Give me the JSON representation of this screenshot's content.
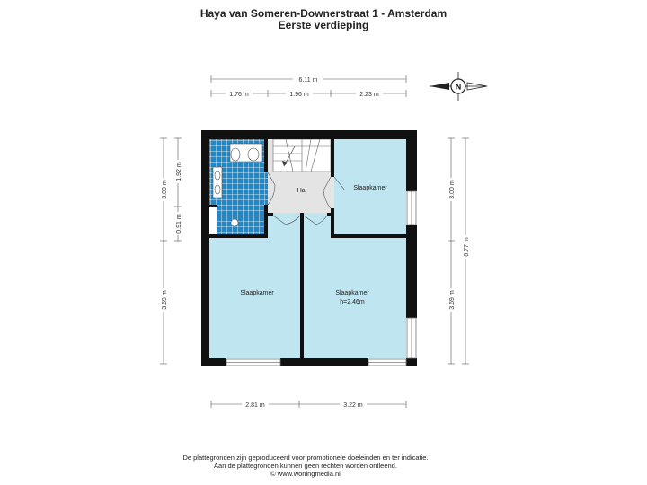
{
  "header": {
    "title": "Haya van Someren-Downerstraat 1 - Amsterdam",
    "subtitle": "Eerste verdieping"
  },
  "dimensions": {
    "top_total": "6.11 m",
    "top_left": "1.76 m",
    "top_middle": "1.96 m",
    "top_right": "2.23 m",
    "left_upper": "3.00 m",
    "left_bath": "1.92 m",
    "left_small": "0.91 m",
    "left_lower": "3.69 m",
    "right_upper": "3.00 m",
    "right_total": "6.77 m",
    "right_lower": "3.69 m",
    "bottom_left": "2.81 m",
    "bottom_right": "3.22 m"
  },
  "rooms": {
    "hal": "Hal",
    "bedroom_top_right": "Slaapkamer",
    "bedroom_bottom_left": "Slaapkamer",
    "bedroom_bottom_right": "Slaapkamer",
    "bedroom_height": "h=2,46m"
  },
  "compass": {
    "letter": "N"
  },
  "footer": {
    "line1": "De plattegronden zijn geproduceerd voor promotionele doeleinden en ter indicatie.",
    "line2": "Aan de plattegronden kunnen geen rechten worden ontleend.",
    "line3": "© www.woningmedia.nl"
  },
  "colors": {
    "room_fill": "#bfe5f1",
    "bath_tile": "#1e88c8",
    "hall_fill": "#e4e4e4",
    "wall": "#111111"
  }
}
